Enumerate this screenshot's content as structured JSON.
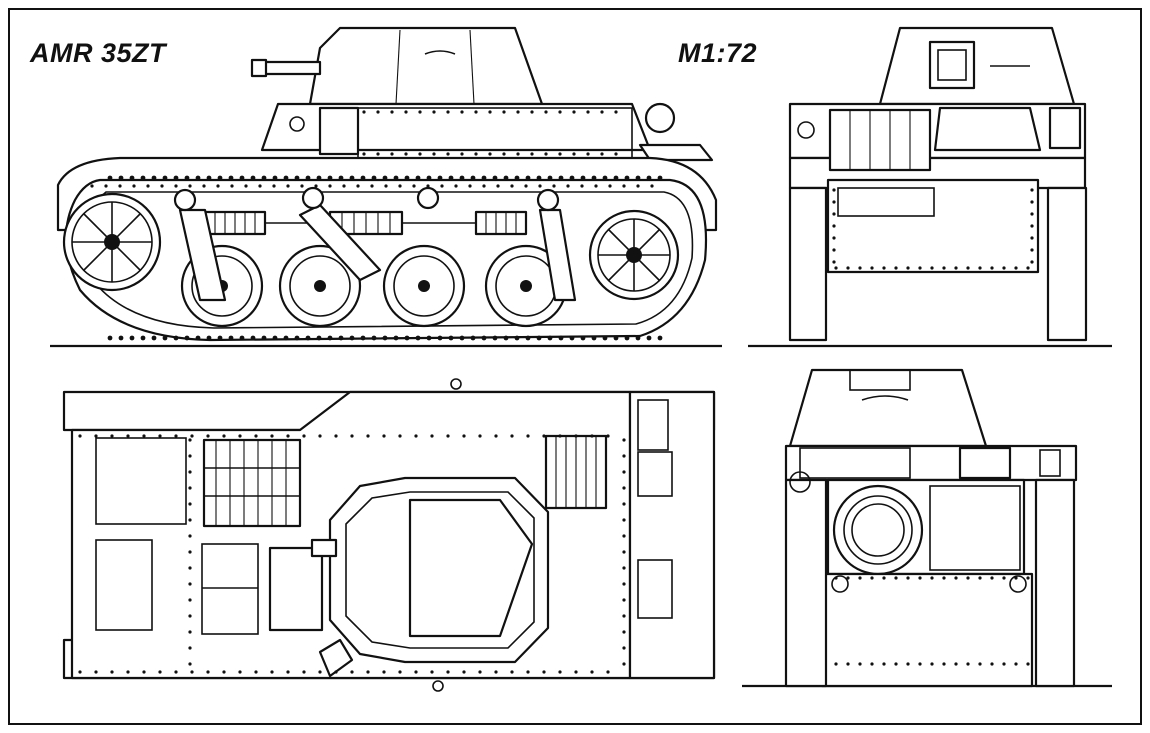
{
  "drawing": {
    "title": "AMR 35ZT",
    "scale": "M1:72",
    "views": [
      "side-view",
      "front-view",
      "top-view",
      "rear-view"
    ]
  }
}
